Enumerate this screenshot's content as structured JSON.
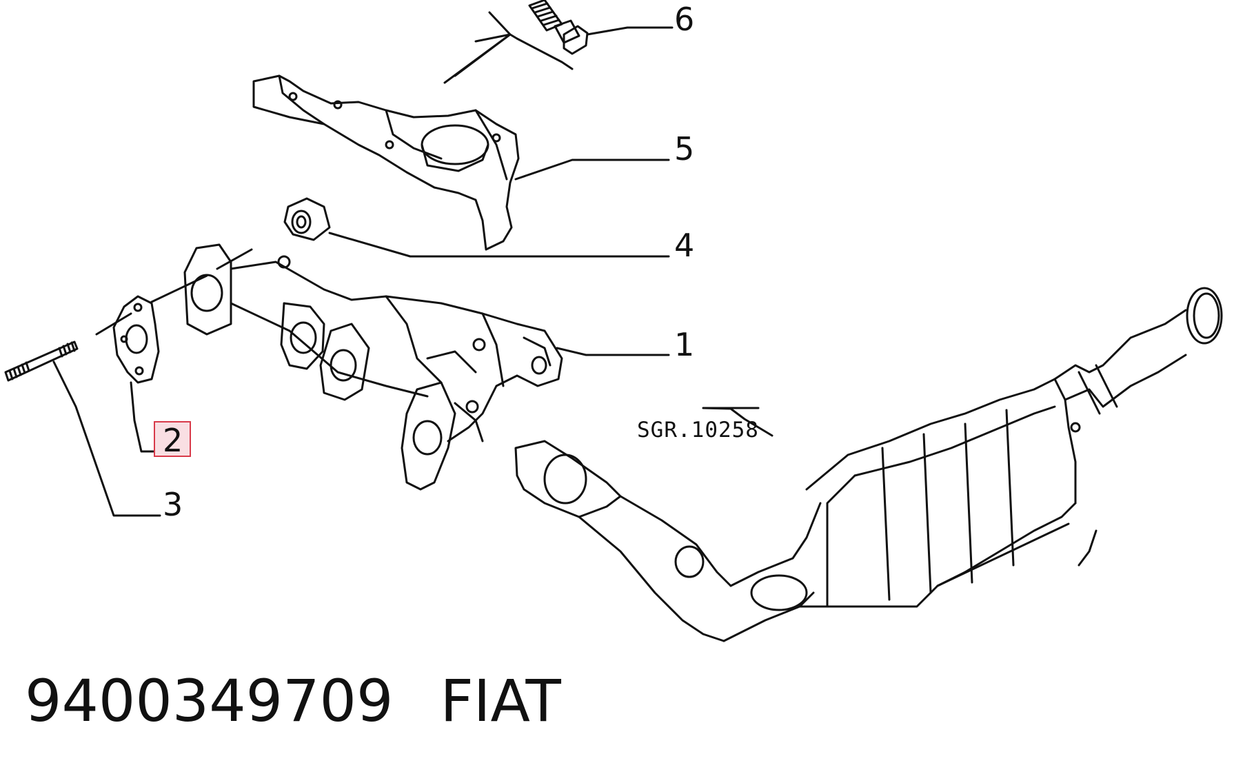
{
  "callouts": {
    "c1": "1",
    "c2": "2",
    "c3": "3",
    "c4": "4",
    "c5": "5",
    "c6": "6"
  },
  "reference": "SGR.10258",
  "footer": {
    "part_number": "9400349709",
    "brand": "FIAT"
  },
  "colors": {
    "ink": "#111111",
    "highlight_fill": "#f9dfe3",
    "highlight_stroke": "#d83a4a"
  },
  "highlighted_callout": "2"
}
